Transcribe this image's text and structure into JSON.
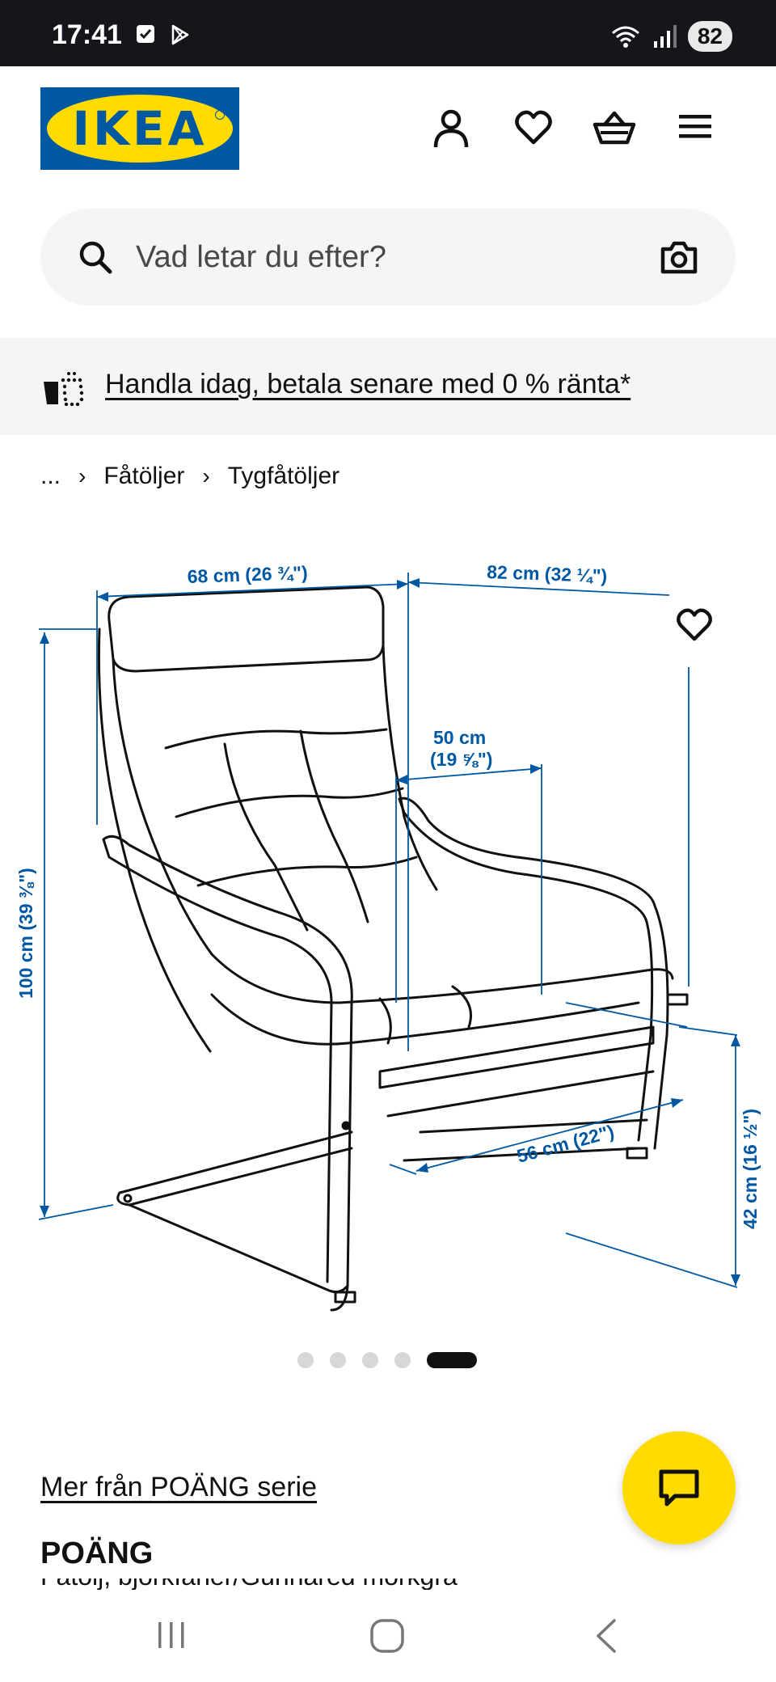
{
  "status_bar": {
    "time": "17:41",
    "battery": "82"
  },
  "header": {
    "logo_text": "IKEA"
  },
  "search": {
    "placeholder": "Vad letar du efter?"
  },
  "promo": {
    "text": "Handla idag, betala senare med 0 % ränta*"
  },
  "breadcrumb": {
    "ellipsis": "...",
    "items": [
      "Fåtöljer",
      "Tygfåtöljer"
    ]
  },
  "dimensions": {
    "width": "68 cm (26 ¾\")",
    "depth": "82 cm (32 ¼\")",
    "seat_width_cm": "50 cm",
    "seat_width_in": "(19 ⅝\")",
    "height": "100 cm (39 ⅜\")",
    "seat_depth": "56 cm (22\")",
    "seat_height": "42 cm (16 ½\")"
  },
  "carousel": {
    "total": 5,
    "active_index": 4
  },
  "product": {
    "series_link": "Mer från POÄNG serie",
    "name": "POÄNG",
    "description": "Fåtölj, björkfaner/Gunnared mörkgrå"
  },
  "colors": {
    "ikea_blue": "#0058a3",
    "ikea_yellow": "#ffdb00",
    "dimension_blue": "#0058a3"
  }
}
